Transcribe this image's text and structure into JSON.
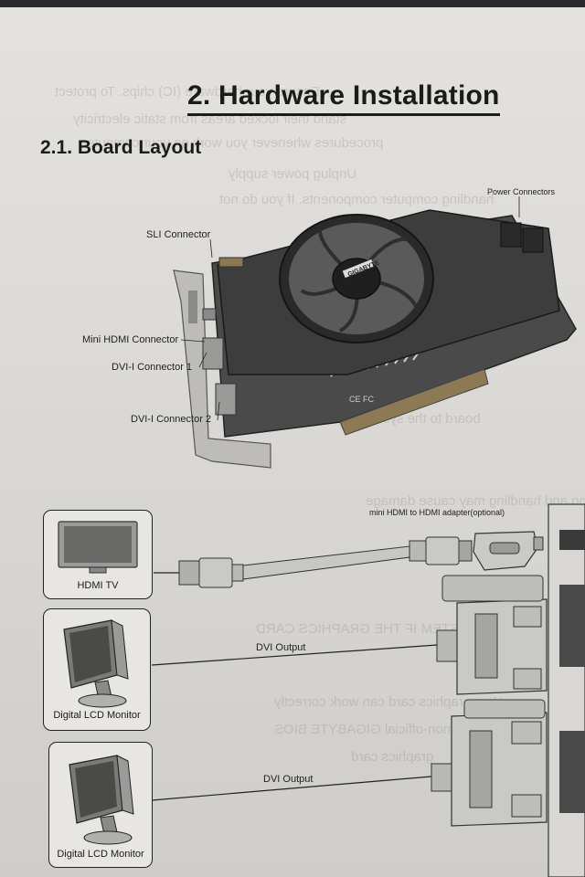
{
  "heading": {
    "title": "2. Hardware Installation",
    "section": "2.1. Board Layout"
  },
  "callouts": {
    "power": "Power Connectors",
    "sli": "SLI Connector",
    "mini_hdmi": "Mini HDMI Connector",
    "dvi1": "DVI-I Connector 1",
    "dvi2": "DVI-I Connector 2"
  },
  "card": {
    "brand": "GIGABYTE",
    "marks": "CE FC"
  },
  "connections": {
    "adapter_label": "mini HDMI to HDMI adapter(optional)",
    "dvi_output_1": "DVI Output",
    "dvi_output_2": "DVI Output"
  },
  "devices": {
    "hdmi_tv": "HDMI TV",
    "monitor_1": "Digital LCD Monitor",
    "monitor_2": "Digital LCD Monitor"
  },
  "colors": {
    "paper": "#dcdad6",
    "ink": "#1b1b1b",
    "board": "#3a3a3a"
  }
}
